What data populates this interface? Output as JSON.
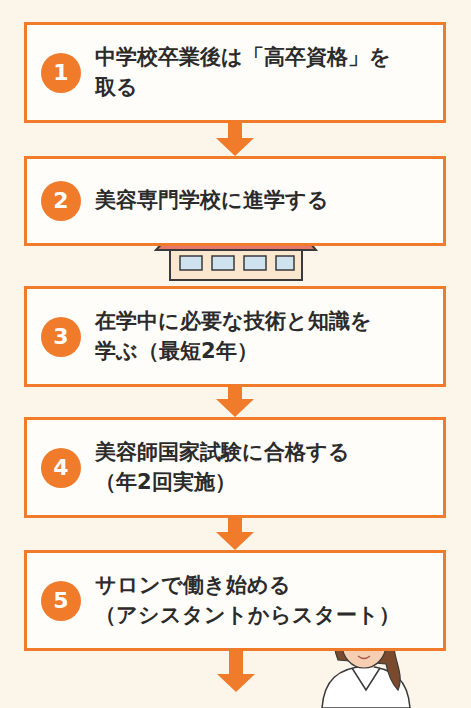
{
  "diagram": {
    "nodes": [
      {
        "text": [
          "中学校卒業後は「高卒資格」を 取る"
        ]
      },
      {
        "text": [
          "1"
        ],
        "in": 0
      },
      {
        "text": [
          "美容専門学校に進学する"
        ]
      },
      {
        "text": [
          "2"
        ],
        "in": 2
      },
      {
        "text": [
          "在学中に必要な技術と知識を 学ぶ（最短2年）"
        ]
      },
      {
        "text": [
          "3"
        ],
        "in": 4
      },
      {
        "text": [
          "美容師国家試験に合格する （年2回実施）"
        ]
      },
      {
        "text": [
          "4"
        ],
        "in": 6
      },
      {
        "text": [
          "サロンで働き始める （アシスタントからスタート）"
        ]
      },
      {
        "text": [
          "5"
        ],
        "in": 8
      }
    ],
    "edges": [
      {
        "from": 0,
        "to": 2,
        "arrow": "to"
      },
      {
        "from": 4,
        "to": 6,
        "arrow": "to"
      },
      {
        "from": 6,
        "to": 8,
        "arrow": "to"
      }
    ]
  }
}
